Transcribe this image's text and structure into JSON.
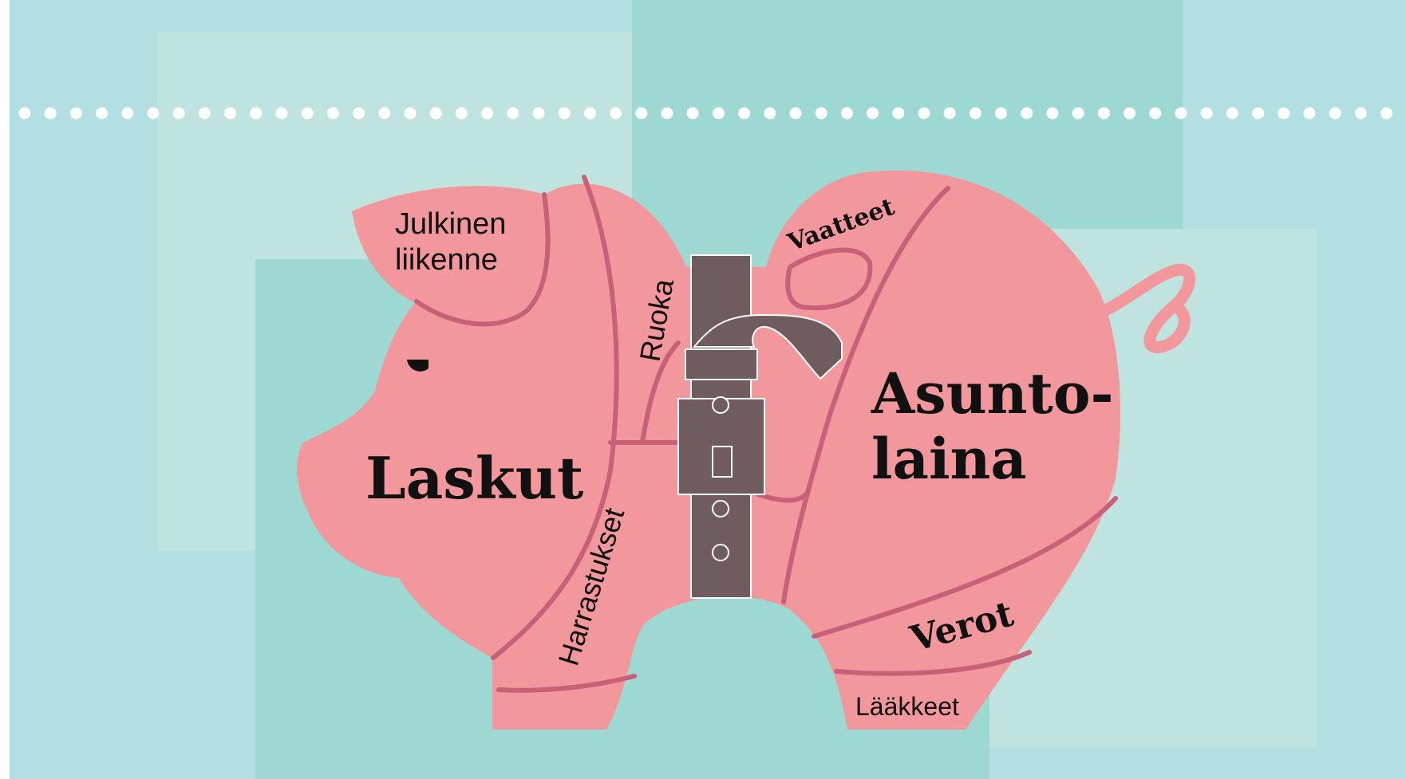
{
  "colors": {
    "background": "#b1dfe2",
    "panel_light": "#bfe3df",
    "panel_teal": "#9ed8d2",
    "pig_body": "#f2979c",
    "pig_lines": "#c96079",
    "belt": "#705c5e",
    "belt_outline": "#ffffff",
    "dots": "#ffffff",
    "text": "#111111"
  },
  "illustration": {
    "subject": "piggy-bank",
    "accessory": "tightened-belt"
  },
  "sections": {
    "julkinen_liikenne": {
      "line1": "Julkinen",
      "line2": "liikenne"
    },
    "ruoka": "Ruoka",
    "laskut": "Laskut",
    "harrastukset": "Harrastukset",
    "vaatteet": "Vaatteet",
    "asuntolaina": {
      "line1": "Asunto-",
      "line2": "laina"
    },
    "verot": "Verot",
    "laakkeet": "Lääkkeet"
  }
}
